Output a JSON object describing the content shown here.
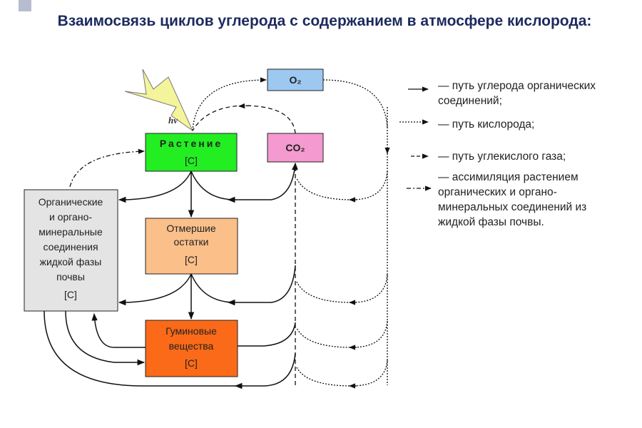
{
  "title": "Взаимосвязь циклов углерода с содержанием в атмосфере кислорода:",
  "diagram": {
    "light_label": "hν",
    "nodes": {
      "o2": {
        "label": "O₂",
        "color": "#9dc8f0"
      },
      "co2": {
        "label": "CO₂",
        "color": "#f49ad0"
      },
      "plant": {
        "label": "Растение",
        "sub": "[C]",
        "color": "#22ee22"
      },
      "organic": {
        "lines": [
          "Органические",
          "и органо-",
          "минеральные",
          "соединения",
          "жидкой фазы",
          "почвы",
          "[C]"
        ],
        "color": "#e4e4e4"
      },
      "residues": {
        "lines": [
          "Отмершие",
          "остатки",
          "[C]"
        ],
        "color": "#fbbf8a"
      },
      "humic": {
        "lines": [
          "Гуминовые",
          "вещества",
          "[C]"
        ],
        "color": "#fb6a18"
      }
    }
  },
  "legend": [
    {
      "style": "solid",
      "text": "— путь углерода органических соединений;"
    },
    {
      "style": "dotted",
      "text": "— путь кислорода;"
    },
    {
      "style": "dashed",
      "text": "— путь углекислого газа;"
    },
    {
      "style": "dash-dot",
      "text": "— ассимиляция растением органических и органо-минеральных соединений из жидкой фазы почвы."
    }
  ]
}
